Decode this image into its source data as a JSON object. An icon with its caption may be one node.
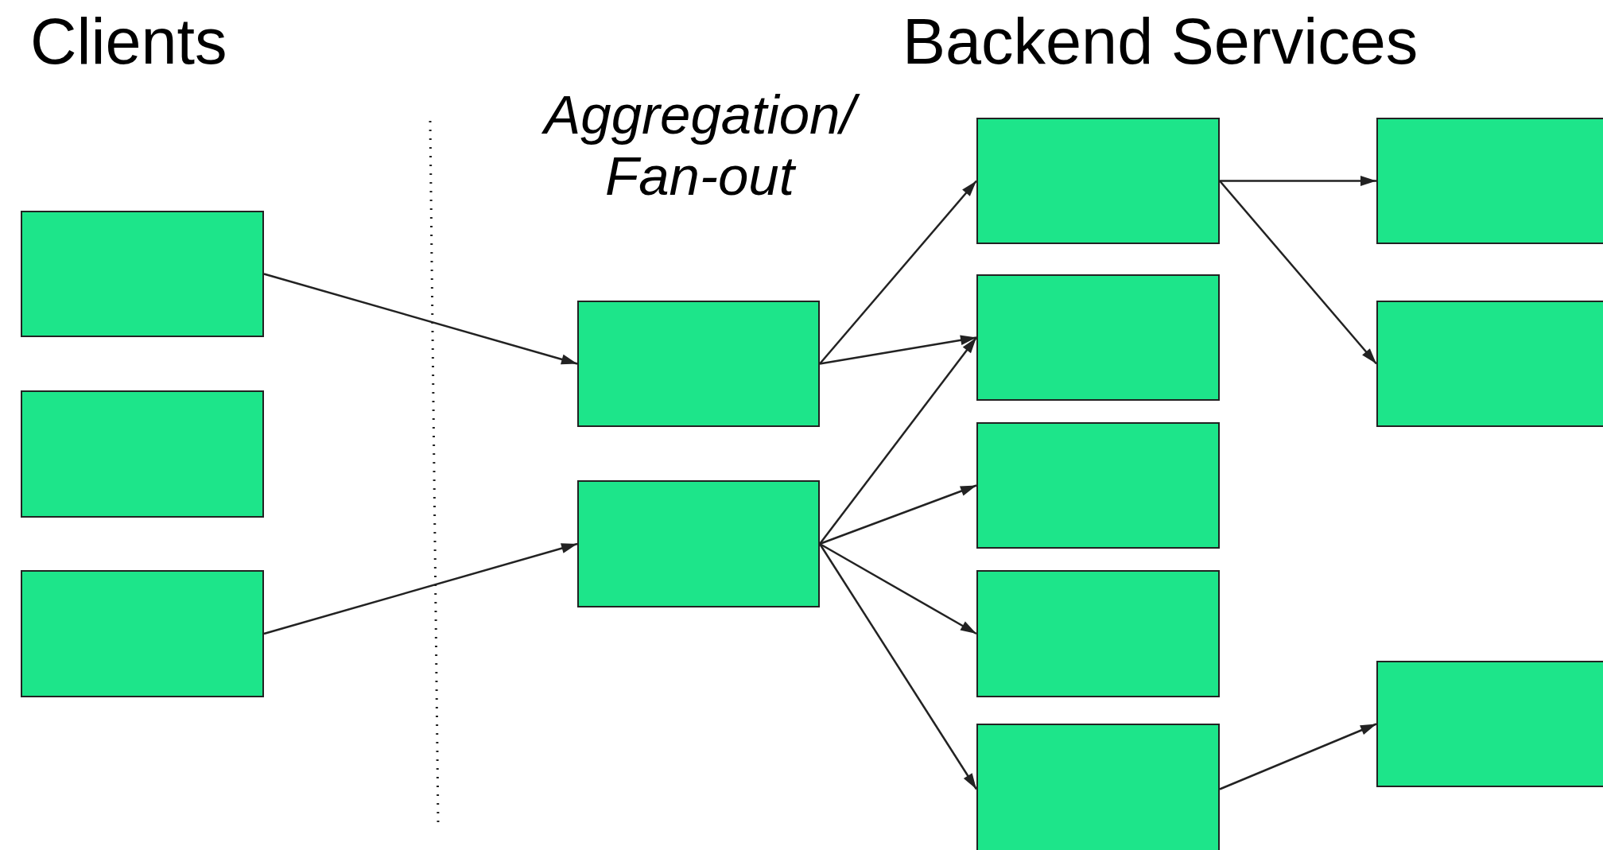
{
  "diagram": {
    "nodes": [
      {
        "text": [],
        "shape": "box"
      },
      {
        "text": [],
        "shape": "box"
      },
      {
        "text": [],
        "shape": "box"
      },
      {
        "text": [],
        "shape": "box"
      },
      {
        "text": [],
        "shape": "box"
      },
      {
        "text": [],
        "shape": "box"
      },
      {
        "text": [],
        "shape": "box"
      },
      {
        "text": [],
        "shape": "box"
      },
      {
        "text": [],
        "shape": "box"
      },
      {
        "text": [],
        "shape": "box"
      },
      {
        "text": [],
        "shape": "box"
      },
      {
        "text": [],
        "shape": "box"
      },
      {
        "text": [],
        "shape": "box"
      }
    ],
    "edges": [
      {
        "from": 0,
        "to": 3,
        "arrow": "to"
      },
      {
        "from": 2,
        "to": 4,
        "arrow": "to"
      },
      {
        "from": 3,
        "to": 5,
        "arrow": "to"
      },
      {
        "from": 3,
        "to": 6,
        "arrow": "to"
      },
      {
        "from": 4,
        "to": 6,
        "arrow": "to"
      },
      {
        "from": 4,
        "to": 7,
        "arrow": "to"
      },
      {
        "from": 4,
        "to": 8,
        "arrow": "to"
      },
      {
        "from": 4,
        "to": 9,
        "arrow": "to"
      },
      {
        "from": 5,
        "to": 10,
        "arrow": "to"
      },
      {
        "from": 5,
        "to": 11,
        "arrow": "to"
      },
      {
        "from": 9,
        "to": 12,
        "arrow": "to"
      }
    ],
    "labels": [
      "Clients",
      "Backend Services",
      "Aggregation/ Fan-out"
    ]
  }
}
